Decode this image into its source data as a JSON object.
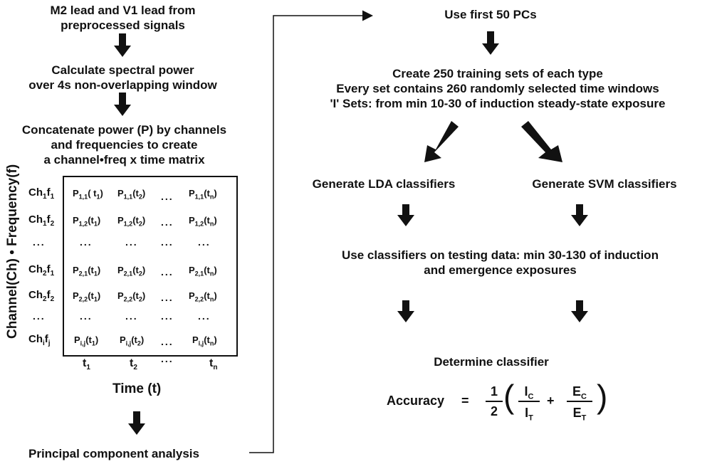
{
  "left_flow": {
    "step1": [
      "M2 lead and V1 lead from",
      "preprocessed signals"
    ],
    "step2": [
      "Calculate spectral power",
      "over 4s non-overlapping window"
    ],
    "step3": [
      "Concatenate power (P) by channels",
      "and frequencies to create",
      "a channel•freq x time matrix"
    ],
    "step4": "Principal component analysis"
  },
  "matrix": {
    "y_label": "Channel(Ch) • Frequency(f)",
    "x_label": "Time (t)",
    "row_labels": [
      {
        "main": "Ch",
        "s1": "1",
        "mid": "f",
        "s2": "1"
      },
      {
        "main": "Ch",
        "s1": "1",
        "mid": "f",
        "s2": "2"
      },
      {
        "dots": "..."
      },
      {
        "main": "Ch",
        "s1": "2",
        "mid": "f",
        "s2": "1"
      },
      {
        "main": "Ch",
        "s1": "2",
        "mid": "f",
        "s2": "2"
      },
      {
        "dots": "..."
      },
      {
        "main": "Ch",
        "s1": "i",
        "mid": "f",
        "s2": "j"
      }
    ],
    "cells": [
      [
        "P",
        "1,1",
        "( t",
        "1",
        ")",
        "P",
        "1,1",
        "(t",
        "2",
        ")",
        "P",
        "1,1",
        "(t",
        "n",
        ")"
      ],
      [
        "P",
        "1,2",
        "(t",
        "1",
        ")",
        "P",
        "1,2",
        "(t",
        "2",
        ")",
        "P",
        "1,2",
        "(t",
        "n",
        ")"
      ],
      [
        "P",
        "2,1",
        "(t",
        "1",
        ")",
        "P",
        "2,1",
        "(t",
        "2",
        ")",
        "P",
        "2,1",
        "(t",
        "n",
        ")"
      ],
      [
        "P",
        "2,2",
        "(t",
        "1",
        ")",
        "P",
        "2,2",
        "(t",
        "2",
        ")",
        "P",
        "2,2",
        "(t",
        "n",
        ")"
      ],
      [
        "P",
        "i,j",
        "(t",
        "1",
        ")",
        "P",
        "i,j",
        "(t",
        "2",
        ")",
        "P",
        "i,j",
        "(t",
        "n",
        ")"
      ]
    ],
    "col_labels": [
      {
        "main": "t",
        "sub": "1"
      },
      {
        "main": "t",
        "sub": "2"
      },
      {
        "main": "t",
        "sub": "n"
      }
    ],
    "ellipsis": "..."
  },
  "right_flow": {
    "step1": "Use first 50 PCs",
    "step2": [
      "Create 250 training sets of each type",
      "Every set contains 260 randomly selected time windows",
      "'I' Sets: from min 10-30 of induction steady-state exposure"
    ],
    "lda": "Generate LDA classifiers",
    "svm": "Generate SVM classifiers",
    "step4": [
      "Use classifiers on testing data: min 30-130 of induction",
      "and emergence exposures"
    ],
    "step5": "Determine classifier",
    "formula": {
      "label": "Accuracy",
      "equals": "=",
      "half_num": "1",
      "half_den": "2",
      "ic": {
        "main": "I",
        "sub": "C"
      },
      "it": {
        "main": "I",
        "sub": "T"
      },
      "plus": "+",
      "ec": {
        "main": "E",
        "sub": "C"
      },
      "et": {
        "main": "E",
        "sub": "T"
      },
      "lparen": "(",
      "rparen": ")"
    }
  },
  "colors": {
    "ink": "#111111",
    "background": "#ffffff"
  }
}
